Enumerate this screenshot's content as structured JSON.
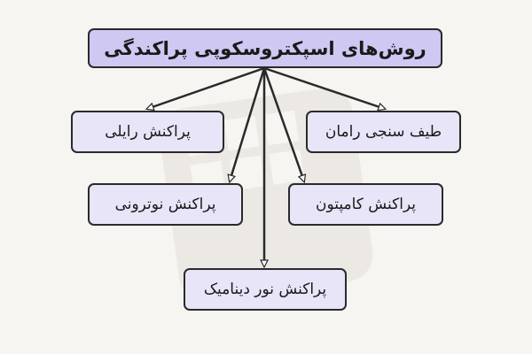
{
  "root": {
    "label": "روش‌های اسپکتروسکوپی پراکندگی"
  },
  "methods": [
    {
      "id": "rayleigh",
      "label": "پراکنش رایلی"
    },
    {
      "id": "raman",
      "label": "طیف سنجی رامان"
    },
    {
      "id": "neutron",
      "label": "پراکنش نوترونی"
    },
    {
      "id": "compton",
      "label": "پراکنش کامپتون"
    },
    {
      "id": "dls",
      "label": "پراکنش نور دینامیک"
    }
  ],
  "colors": {
    "background": "#f7f5f1",
    "root_fill": "#cfc8f2",
    "node_fill": "#e8e5f8",
    "stroke": "#2a2a2a"
  }
}
